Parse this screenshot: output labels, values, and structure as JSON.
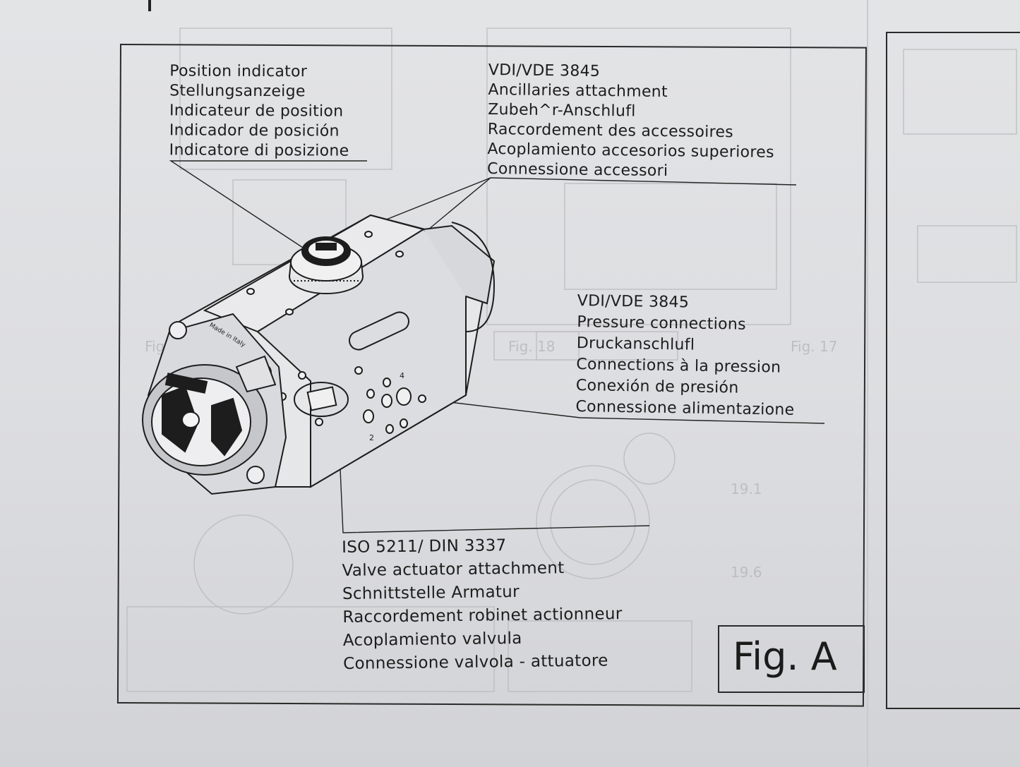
{
  "figure_label": "Fig. A",
  "callouts": {
    "position_indicator": [
      "Position indicator",
      "Stellungsanzeige",
      "Indicateur de position",
      "Indicador de posición",
      "Indicatore di posizione"
    ],
    "ancillaries": [
      "VDI/VDE 3845",
      "Ancillaries attachment",
      "Zubeh^r-Anschlufl",
      "Raccordement des accessoires",
      "Acoplamiento accesorios superiores",
      "Connessione accessori"
    ],
    "pressure": [
      "VDI/VDE 3845",
      "Pressure connections",
      "Druckanschlufl",
      "Connections à la pression",
      "Conexión de presión",
      "Connessione alimentazione"
    ],
    "valve": [
      "ISO 5211/ DIN 3337",
      "Valve actuator attachment",
      "Schnittstelle Armatur",
      "Raccordement robinet actionneur",
      "Acoplamiento valvula",
      "Connessione valvola - attuatore"
    ]
  },
  "actuator_marking": "Made in Italy",
  "port_numbers": [
    "4",
    "2"
  ],
  "background_fig_labels": [
    "Fig. 19",
    "Fig. 18",
    "Fig. 17",
    "19.1",
    "19.6"
  ]
}
